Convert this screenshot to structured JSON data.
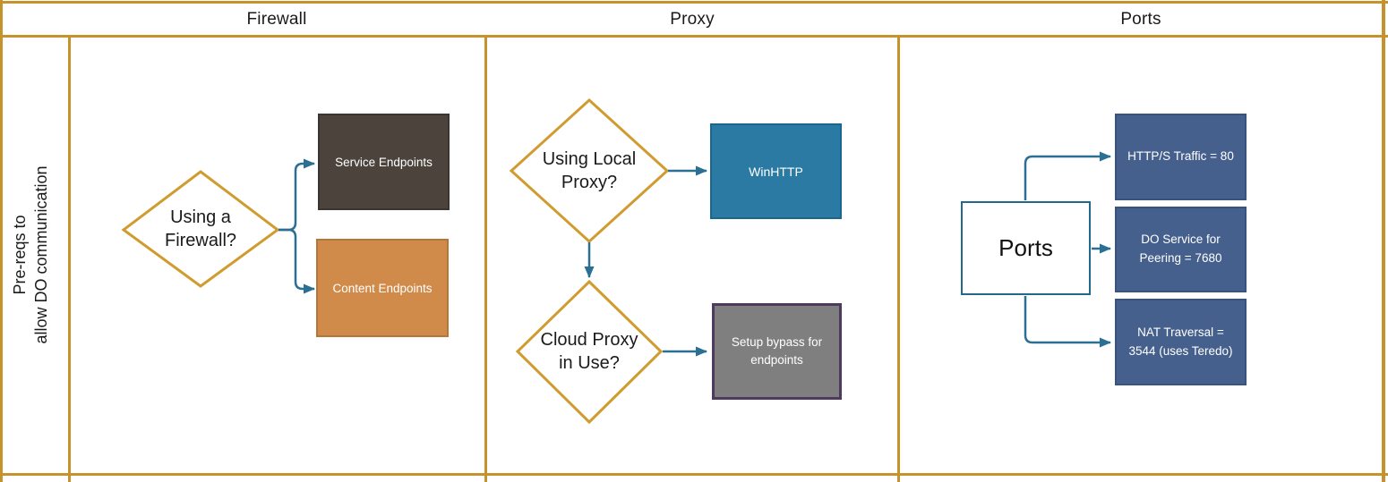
{
  "header": {
    "firewall_label": "Firewall",
    "proxy_label": "Proxy",
    "ports_label": "Ports"
  },
  "sidebar": {
    "row_label": "Pre-reqs to\nallow DO communication"
  },
  "firewall_lane": {
    "decision_label": "Using a\nFirewall?",
    "service_endpoints_label": "Service Endpoints",
    "content_endpoints_label": "Content Endpoints"
  },
  "proxy_lane": {
    "local_proxy_decision_label": "Using Local\nProxy?",
    "winhttp_label": "WinHTTP",
    "cloud_proxy_decision_label": "Cloud Proxy\nin Use?",
    "bypass_label": "Setup bypass for\nendpoints"
  },
  "ports_lane": {
    "ports_label": "Ports",
    "http_traffic_label": "HTTP/S Traffic = 80",
    "do_service_label": "DO Service for\nPeering = 7680",
    "nat_traversal_label": "NAT Traversal =\n3544 (uses Teredo)"
  },
  "colors": {
    "lane_border": "#C6922B",
    "decision_border": "#D09B2F",
    "connector": "#2B6F93",
    "service_box_fill": "#4B433C",
    "content_box_fill": "#D08A4A",
    "winhttp_box_fill": "#2B7AA3",
    "bypass_box_fill": "#7F7F7F",
    "bypass_box_border": "#4E3A5E",
    "ports_box_border": "#21698D",
    "port_boxes_fill": "#45608D"
  }
}
